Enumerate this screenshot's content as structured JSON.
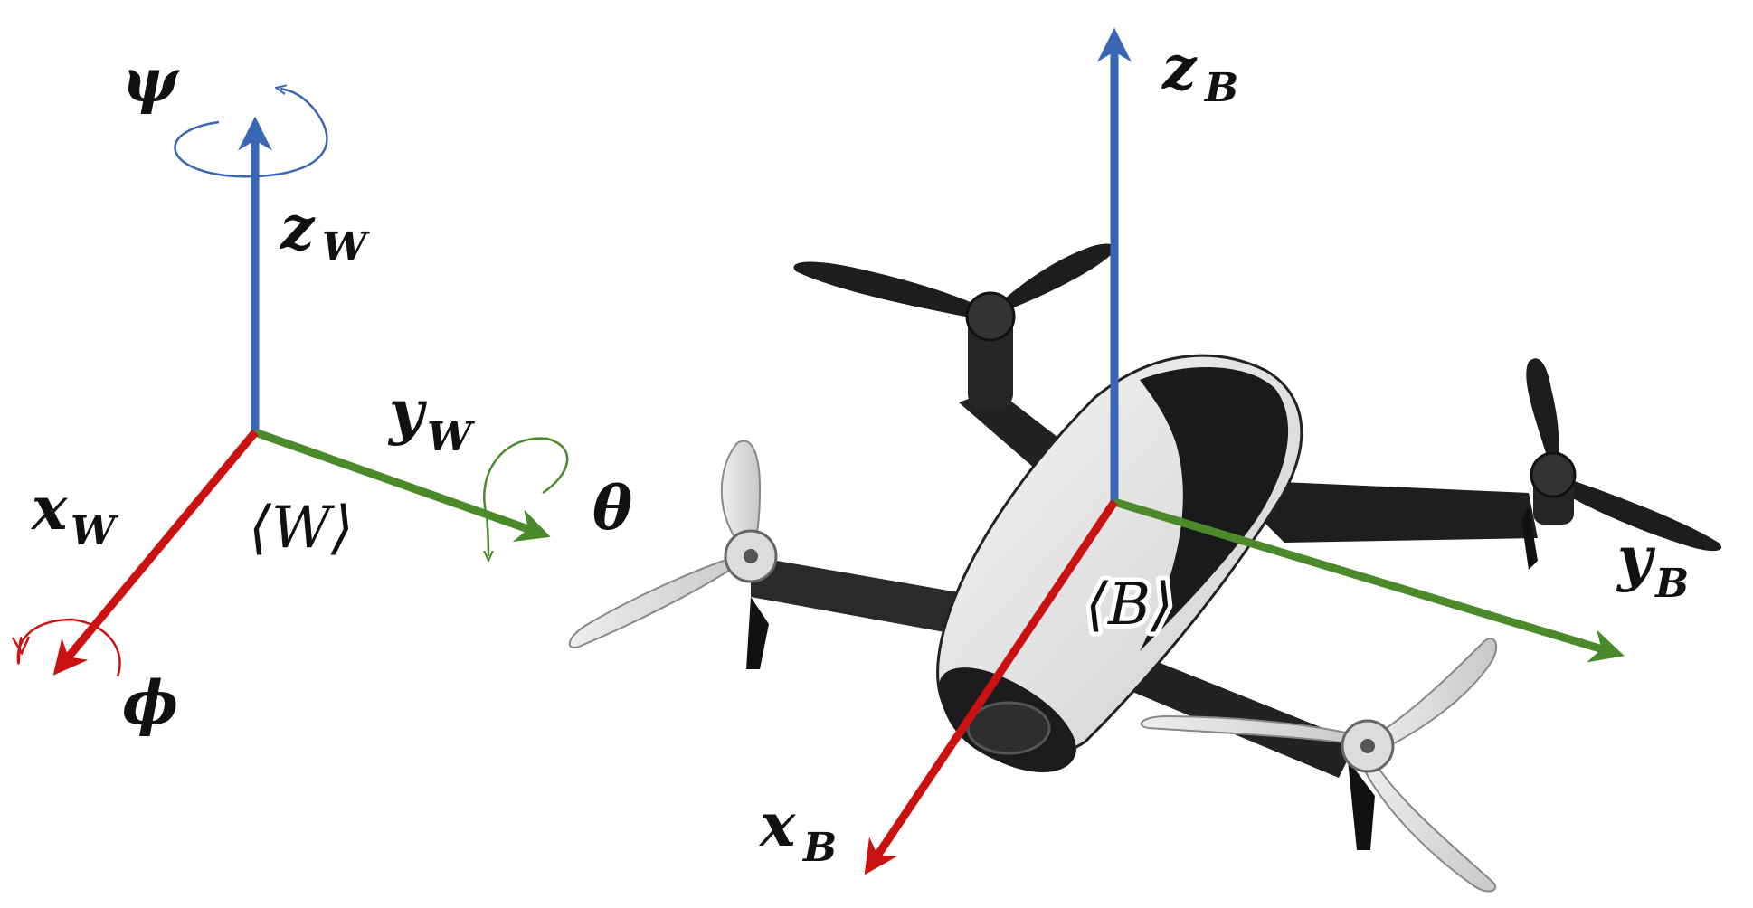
{
  "world_frame": {
    "frame_label": "⟨W⟩",
    "x_axis": {
      "name": "x",
      "sub": "W"
    },
    "y_axis": {
      "name": "y",
      "sub": "W"
    },
    "z_axis": {
      "name": "z",
      "sub": "W"
    },
    "roll_label": "ϕ",
    "pitch_label": "θ",
    "yaw_label": "ψ"
  },
  "body_frame": {
    "frame_label": "⟨B⟩",
    "x_axis": {
      "name": "x",
      "sub": "B"
    },
    "y_axis": {
      "name": "y",
      "sub": "B"
    },
    "z_axis": {
      "name": "z",
      "sub": "B"
    }
  },
  "colors": {
    "x_axis": "#cc1111",
    "y_axis": "#4a8a2a",
    "z_axis": "#3a67b3"
  }
}
